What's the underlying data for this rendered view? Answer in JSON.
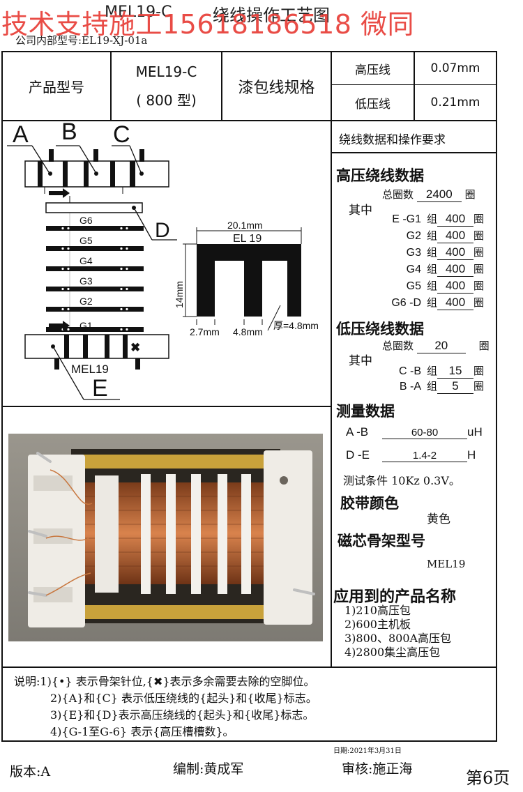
{
  "watermark": "技术支持施工15618186518 微同",
  "header": {
    "model": "MEL19-C",
    "title": "绕线操作工艺图",
    "internal_code": "公司内部型号:EL19-XJ-01a"
  },
  "spec_table": {
    "product_model_label": "产品型号",
    "product_model_value_line1": "MEL19-C",
    "product_model_value_line2": "( 800 型)",
    "wire_spec_label": "漆包线规格",
    "high_voltage_label": "高压线",
    "high_voltage_value": "0.07mm",
    "low_voltage_label": "低压线",
    "low_voltage_value": "0.21mm"
  },
  "diagram": {
    "labels": {
      "A": "A",
      "B": "B",
      "C": "C",
      "D": "D",
      "E": "E"
    },
    "slots": [
      "G6",
      "G5",
      "G4",
      "G3",
      "G2",
      "G1"
    ],
    "bobbin_label": "MEL19",
    "core": {
      "name": "EL 19",
      "width": "20.1mm",
      "height": "14mm",
      "dim_a": "2.7mm",
      "dim_b": "4.8mm",
      "thickness": "厚=4.8mm"
    }
  },
  "right_panel": {
    "title": "绕线数据和操作要求",
    "hv_title": "高压绕线数据",
    "total_turns_label": "总圈数",
    "hv_total": "2400",
    "turns_unit": "圈",
    "among_label": "其中",
    "group_word": "组",
    "hv_groups": [
      {
        "name": "E -G1",
        "turns": "400"
      },
      {
        "name": "G2",
        "turns": "400"
      },
      {
        "name": "G3",
        "turns": "400"
      },
      {
        "name": "G4",
        "turns": "400"
      },
      {
        "name": "G5",
        "turns": "400"
      },
      {
        "name": "G6 -D",
        "turns": "400"
      }
    ],
    "lv_title": "低压绕线数据",
    "lv_total": "20",
    "lv_groups": [
      {
        "name": "C -B",
        "turns": "15"
      },
      {
        "name": "B -A",
        "turns": "5"
      }
    ],
    "measure_title": "测量数据",
    "measure_rows": [
      {
        "name": "A -B",
        "value": "60-80",
        "unit": "uH"
      },
      {
        "name": "D -E",
        "value": "1.4-2",
        "unit": "H"
      }
    ],
    "test_condition": "测试条件 10Kz 0.3V。",
    "tape_title": "胶带颜色",
    "tape_value": "黄色",
    "core_title": "磁芯骨架型号",
    "core_value": "MEL19",
    "app_title": "应用到的产品名称",
    "apps": [
      "1)210高压包",
      "2)600主机板",
      "3)800、800A高压包",
      "4)2800集尘高压包"
    ]
  },
  "notes": [
    "说明:1){•}  表示骨架针位,{✖}表示多余需要去除的空脚位。",
    "2){A}和{C} 表示低压绕线的{起头}和{收尾}标志。",
    "3){E}和{D}表示高压绕线的{起头}和{收尾}标志。",
    "4){G-1至G-6} 表示{高压槽槽数}。"
  ],
  "footer": {
    "date": "日期:2021年3月31日",
    "version": "版本:A",
    "author": "编制:黄成军",
    "reviewer": "审核:施正海",
    "page": "第6页"
  }
}
